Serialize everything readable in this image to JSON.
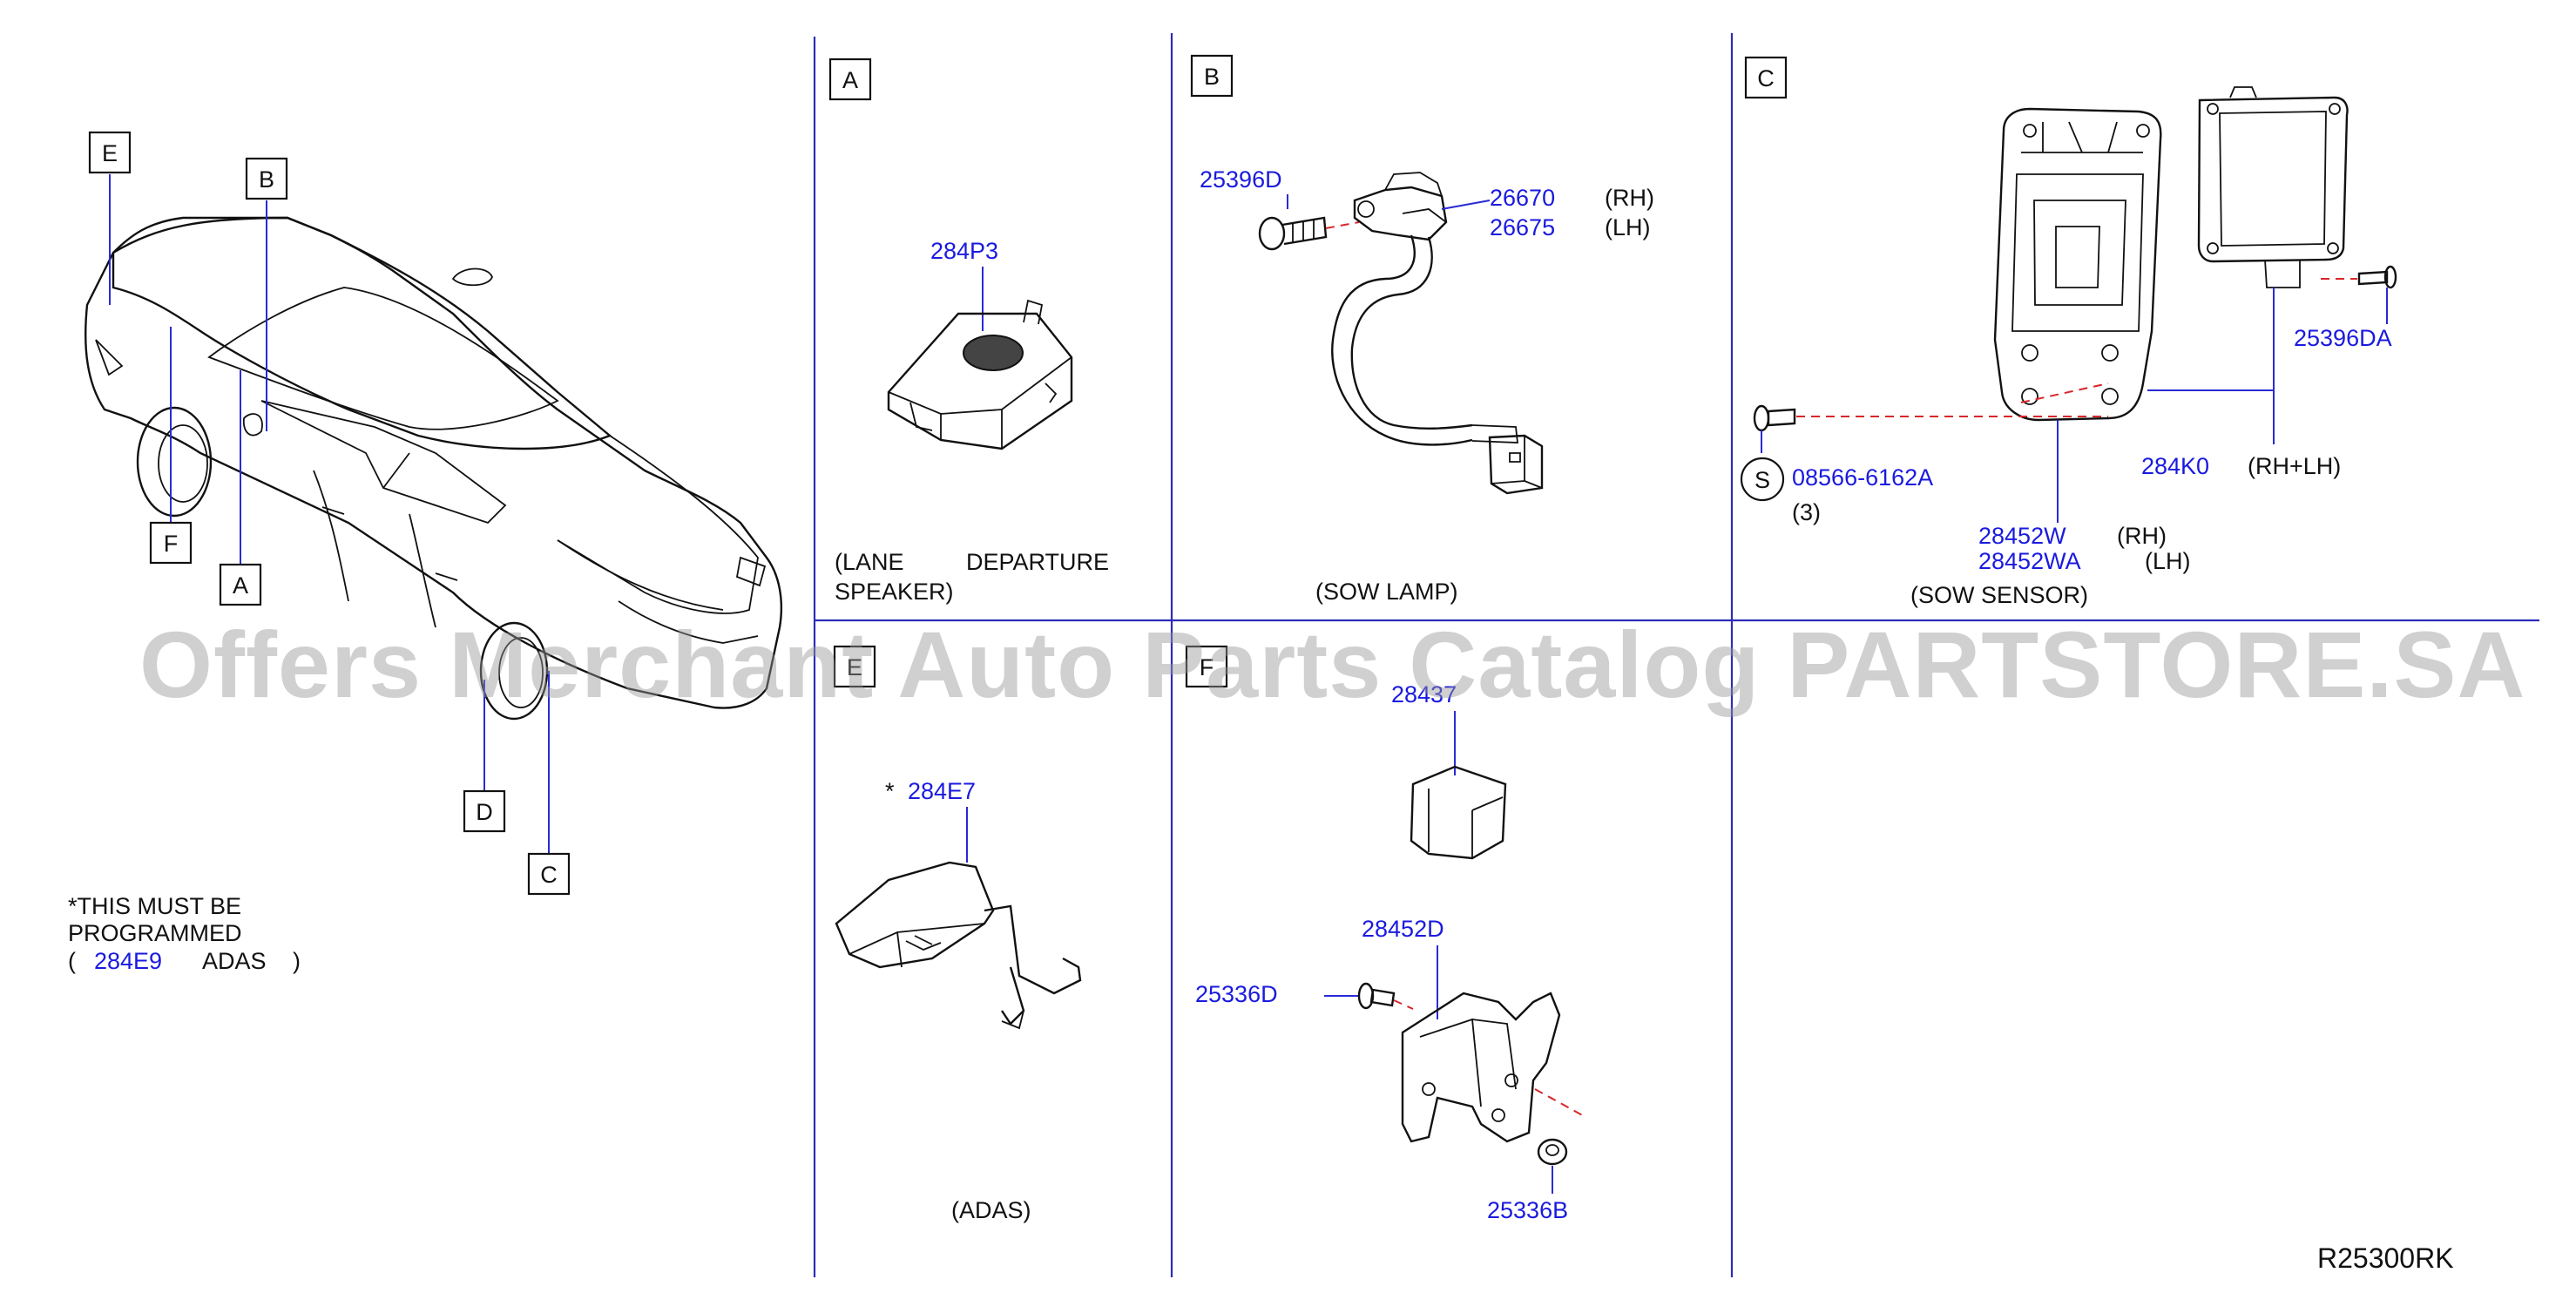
{
  "watermark": "Offers Merchant Auto Parts Catalog PARTSTORE.SA",
  "diagram_code": "R25300RK",
  "vehicle_callouts": [
    "E",
    "B",
    "F",
    "A",
    "D",
    "C"
  ],
  "panels": {
    "A": {
      "label": "A",
      "caption_line1": "(LANE",
      "caption_line1b": "DEPARTURE",
      "caption_line2": "SPEAKER)",
      "part": "284P3"
    },
    "B": {
      "label": "B",
      "caption": "(SOW   LAMP)",
      "bolt": "25396D",
      "part_rh": "26670",
      "part_lh": "26675",
      "rh": "(RH)",
      "lh": "(LH)"
    },
    "C": {
      "label": "C",
      "caption": "(SOW   SENSOR)",
      "bolt": "25396DA",
      "screw_symbol": "S",
      "screw": "08566-6162A",
      "screw_qty": "(3)",
      "unit": "284K0",
      "unit_side": "(RH+LH)",
      "bracket_rh": "28452W",
      "bracket_lh": "28452WA",
      "rh": "(RH)",
      "lh": "(LH)"
    },
    "E": {
      "label": "E",
      "caption": "(ADAS)",
      "star": "*",
      "part": "284E7"
    },
    "F": {
      "label": "F",
      "part_top": "28437",
      "bracket": "28452D",
      "bolt": "25336D",
      "nut": "25336B"
    }
  },
  "note": {
    "line1": "*THIS   MUST   BE",
    "line2": "PROGRAMMED",
    "open": "(",
    "part": "284E9",
    "text": "ADAS",
    "close": ")"
  },
  "colors": {
    "part_number": "#1a1adf",
    "divider": "#2c2cb8",
    "hidden_line": "#d8262a",
    "watermark": "#969696"
  }
}
